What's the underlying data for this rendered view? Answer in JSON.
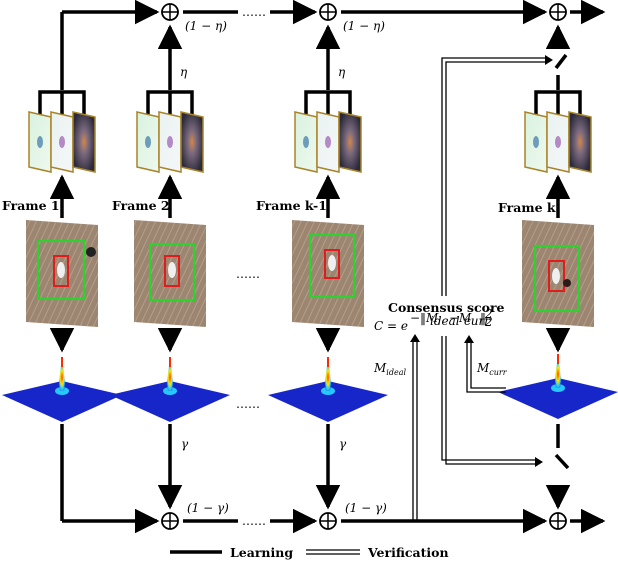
{
  "frames": [
    {
      "label": "Frame 1"
    },
    {
      "label": "Frame 2"
    },
    {
      "label": "Frame k-1"
    },
    {
      "label": "Frame k"
    }
  ],
  "labels": {
    "one_minus_eta": "(1 − η)",
    "eta": "η",
    "one_minus_gamma": "(1 − γ)",
    "gamma": "γ",
    "ellipsis": "……",
    "consensus_title": "Consensus score",
    "consensus_formula": "C = e^−‖M_ideal − M_curr‖₂²",
    "m_ideal": "M_ideal",
    "m_curr": "M_curr"
  },
  "legend": {
    "learning": "Learning",
    "verification": "Verification"
  },
  "colors": {
    "line": "#000000",
    "bbox_green": "#2fd12f",
    "bbox_red": "#e11c1c",
    "response_map": "#1726c9",
    "frame_bg": "#9a8470"
  }
}
